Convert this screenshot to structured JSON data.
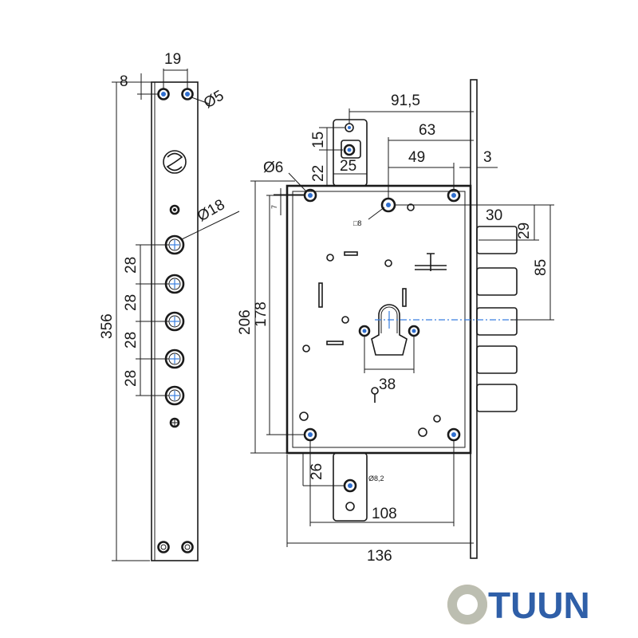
{
  "dimensions": {
    "strike_screw_spacing": "19",
    "strike_top_offset": "8",
    "screw_diameter": "Ø5",
    "bolt_diameter": "Ø18",
    "bolt_spacing_1": "28",
    "bolt_spacing_2": "28",
    "bolt_spacing_3": "28",
    "bolt_spacing_4": "28",
    "strike_length": "356",
    "screw_hole_diameter": "Ø6",
    "top_tab_height_a": "22",
    "top_tab_height_b": "15",
    "top_tab_width": "25",
    "overall_depth": "91,5",
    "backset_63": "63",
    "backset_49": "49",
    "faceplate_thickness": "3",
    "small_offset_7": "7",
    "square_spindle": "□8",
    "dim_30": "30",
    "dim_29": "29",
    "dim_85": "85",
    "case_height": "206",
    "hole_spacing_vertical": "178",
    "cylinder_spacing": "38",
    "bottom_tab_height": "26",
    "bottom_hole_diameter": "Ø8,2",
    "hole_spacing_horizontal": "108",
    "case_width": "136"
  },
  "brand": {
    "name": "TUUN",
    "primary_color": "#2f5fa8",
    "accent_color": "#f2a54a"
  },
  "colors": {
    "line": "#1a1a1a",
    "screw_blue": "#2f6fd0"
  }
}
